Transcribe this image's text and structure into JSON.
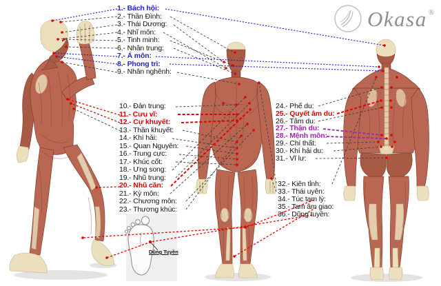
{
  "logo": {
    "text": "Okasa",
    "registered": "®"
  },
  "colors": {
    "accent_blue": "#2323cf",
    "accent_red": "#e00000",
    "accent_purple": "#a224ad",
    "label_text": "#141414",
    "body_muscle": "#b96752",
    "bone_cream": "#ecdfbd"
  },
  "lists": {
    "head": {
      "items": [
        {
          "text": "1.- Bách hội:",
          "highlight": "blue"
        },
        {
          "text": "2.- Thần Đình:",
          "highlight": null
        },
        {
          "text": "3.- Thái Dương:",
          "highlight": null
        },
        {
          "text": "4.- Nhĩ môn:",
          "highlight": null
        },
        {
          "text": "5.- Tinh minh:",
          "highlight": null
        },
        {
          "text": "6.- Nhân trung:",
          "highlight": null
        },
        {
          "text": "7.- Á môn:",
          "highlight": "blue"
        },
        {
          "text": "8.- Phong trì:",
          "highlight": "blue"
        },
        {
          "text": "9.- Nhân nghênh:",
          "highlight": null
        }
      ]
    },
    "torso": {
      "items": [
        {
          "text": "10.- Đản trung:",
          "highlight": null
        },
        {
          "text": "11.- Cưu vĩ:",
          "highlight": "red"
        },
        {
          "text": "12.- Cự khuyết:",
          "highlight": "red"
        },
        {
          "text": "13.- Thần khuyết:",
          "highlight": null
        },
        {
          "text": "14.- Khí hải:",
          "highlight": null
        },
        {
          "text": "15.- Quan Nguyên:",
          "highlight": null
        },
        {
          "text": "16.- Trung cực:",
          "highlight": null
        },
        {
          "text": "17.- Khúc cốt:",
          "highlight": null
        },
        {
          "text": "18.- Ưng song:",
          "highlight": null
        },
        {
          "text": "19.- Nhũ trung:",
          "highlight": null
        },
        {
          "text": "20.- Nhũ căn:",
          "highlight": "red"
        },
        {
          "text": "21.- Kỳ môn:",
          "highlight": null
        },
        {
          "text": "22.- Chương môn:",
          "highlight": null
        },
        {
          "text": "23.- Thương khúc:",
          "highlight": null
        }
      ]
    },
    "back": {
      "items": [
        {
          "text": "24.- Phế du:",
          "highlight": null
        },
        {
          "text": "25.- Quyết âm du:",
          "highlight": "red"
        },
        {
          "text": "26.- Tâm du:",
          "highlight": null
        },
        {
          "text": "27.- Thận du:",
          "highlight": "purple"
        },
        {
          "text": "28.- Mệnh môn:",
          "highlight": "purple"
        },
        {
          "text": "29.- Chí thất:",
          "highlight": null
        },
        {
          "text": "30.- Khí hải du:",
          "highlight": null
        },
        {
          "text": "31.- Vĩ lư:",
          "highlight": null
        }
      ]
    },
    "limbs": {
      "items": [
        {
          "text": "32.- Kiên tỉnh:",
          "highlight": null
        },
        {
          "text": "33.- Thái uyên:",
          "highlight": null
        },
        {
          "text": "34.- Túc tam lý:",
          "highlight": null
        },
        {
          "text": "35.- Tam âm giao:",
          "highlight": null
        },
        {
          "text": "36.- Dũng tuyền:",
          "highlight": null
        }
      ]
    }
  },
  "foot_diagram": {
    "label": "Dũng Tuyền"
  }
}
